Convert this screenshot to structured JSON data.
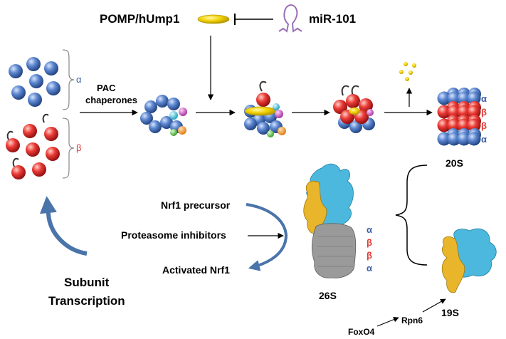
{
  "labels": {
    "pomp": "POMP/hUmp1",
    "mir": "miR-101",
    "pac_line1": "PAC",
    "pac_line2": "chaperones",
    "alpha": "α",
    "beta": "β",
    "s20": "20S",
    "s26": "26S",
    "s19": "19S",
    "nrf1_precursor": "Nrf1 precursor",
    "proteasome_inhibitors": "Proteasome inhibitors",
    "activated_nrf1": "Activated Nrf1",
    "subunit_line1": "Subunit",
    "subunit_line2": "Transcription",
    "foxo4": "FoxO4",
    "rpn6": "Rpn6"
  },
  "colors": {
    "alpha_blue": "#5b86d0",
    "beta_red": "#ec3b36",
    "pomp_yellow": "#f1d100",
    "mir_purple": "#9b6fb6",
    "cryo_cyan": "#4cb8dd",
    "cryo_gold": "#e8b52b",
    "cryo_grey": "#9a9a9a",
    "feedback_arrow": "#4a74aa",
    "alpha_text": "#3b5fa8",
    "beta_text": "#e23b36"
  }
}
